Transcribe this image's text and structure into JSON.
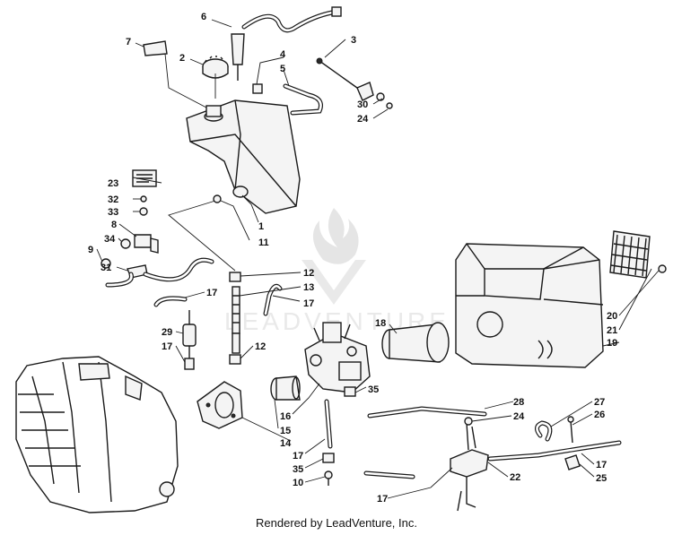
{
  "callouts": [
    {
      "id": "c6",
      "text": "6"
    },
    {
      "id": "c7",
      "text": "7"
    },
    {
      "id": "c2",
      "text": "2"
    },
    {
      "id": "c3",
      "text": "3"
    },
    {
      "id": "c4",
      "text": "4"
    },
    {
      "id": "c5",
      "text": "5"
    },
    {
      "id": "c30",
      "text": "30"
    },
    {
      "id": "c24a",
      "text": "24"
    },
    {
      "id": "c23",
      "text": "23"
    },
    {
      "id": "c32",
      "text": "32"
    },
    {
      "id": "c33",
      "text": "33"
    },
    {
      "id": "c8",
      "text": "8"
    },
    {
      "id": "c34",
      "text": "34"
    },
    {
      "id": "c9",
      "text": "9"
    },
    {
      "id": "c31",
      "text": "31"
    },
    {
      "id": "c1",
      "text": "1"
    },
    {
      "id": "c11",
      "text": "11"
    },
    {
      "id": "c12a",
      "text": "12"
    },
    {
      "id": "c13",
      "text": "13"
    },
    {
      "id": "c17a",
      "text": "17"
    },
    {
      "id": "c17b",
      "text": "17"
    },
    {
      "id": "c29",
      "text": "29"
    },
    {
      "id": "c17c",
      "text": "17"
    },
    {
      "id": "c12b",
      "text": "12"
    },
    {
      "id": "c18",
      "text": "18"
    },
    {
      "id": "c20",
      "text": "20"
    },
    {
      "id": "c21",
      "text": "21"
    },
    {
      "id": "c19",
      "text": "19"
    },
    {
      "id": "c35a",
      "text": "35"
    },
    {
      "id": "c16",
      "text": "16"
    },
    {
      "id": "c15",
      "text": "15"
    },
    {
      "id": "c14",
      "text": "14"
    },
    {
      "id": "c17d",
      "text": "17"
    },
    {
      "id": "c35b",
      "text": "35"
    },
    {
      "id": "c10",
      "text": "10"
    },
    {
      "id": "c28",
      "text": "28"
    },
    {
      "id": "c24b",
      "text": "24"
    },
    {
      "id": "c27",
      "text": "27"
    },
    {
      "id": "c26",
      "text": "26"
    },
    {
      "id": "c17e",
      "text": "17"
    },
    {
      "id": "c25",
      "text": "25"
    },
    {
      "id": "c22",
      "text": "22"
    },
    {
      "id": "c17f",
      "text": "17"
    }
  ],
  "watermark": "LEADVENTURE",
  "footer": "Rendered by LeadVenture, Inc."
}
